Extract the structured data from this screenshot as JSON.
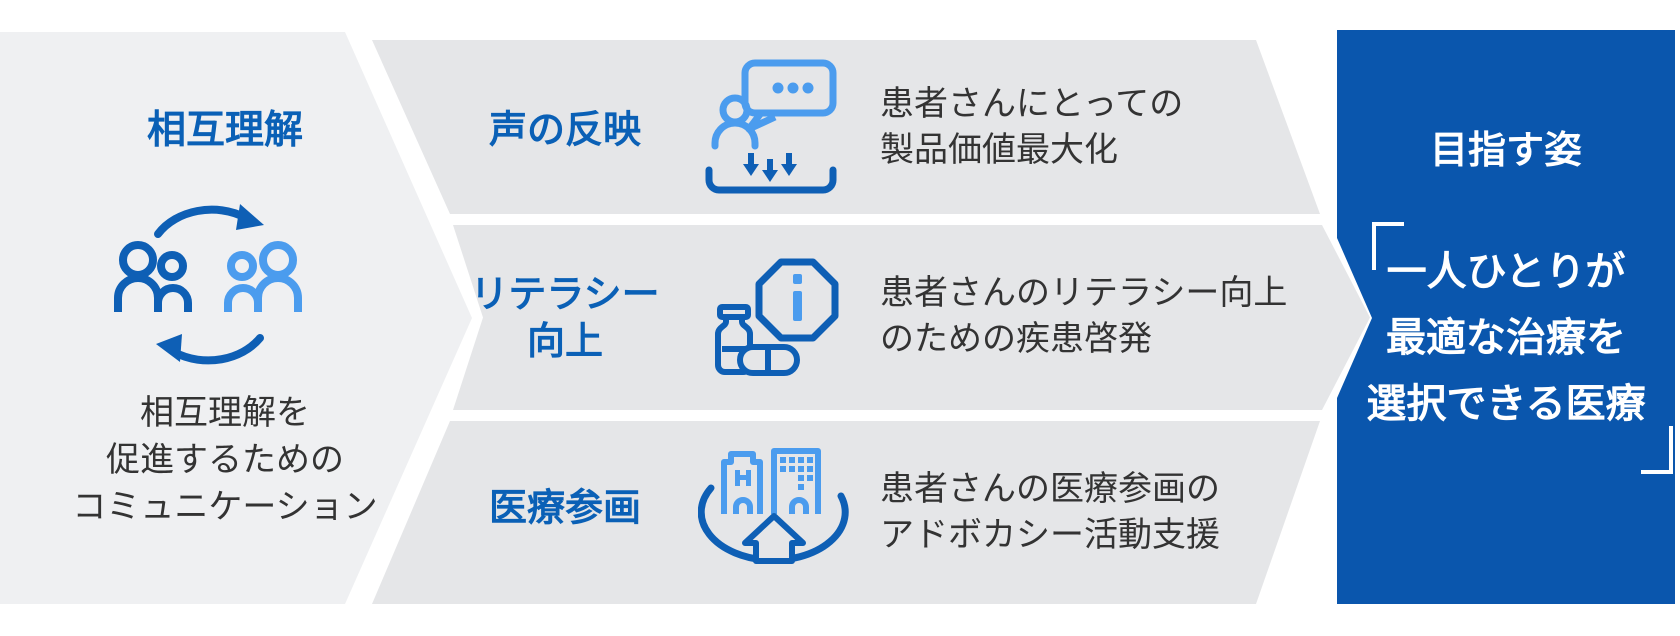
{
  "colors": {
    "chevron_gray": "#eff0f2",
    "band_gray": "#e5e6e8",
    "panel_blue": "#0a56ad",
    "heading_blue": "#0a60b6",
    "icon_dark_blue": "#0e5fb5",
    "icon_light_blue": "#4b9cee",
    "body_text": "#333333",
    "background": "#ffffff"
  },
  "left_panel": {
    "title": "相互理解",
    "icon": "mutual-understanding-cycle-icon",
    "description_lines": [
      "相互理解を",
      "促進するための",
      "コミュニケーション"
    ]
  },
  "process_rows": [
    {
      "title_lines": [
        "声の反映"
      ],
      "icon": "voice-feedback-icon",
      "description_lines": [
        "患者さんにとっての",
        "製品価値最大化"
      ]
    },
    {
      "title_lines": [
        "リテラシー",
        "向上"
      ],
      "icon": "literacy-improvement-icon",
      "description_lines": [
        "患者さんのリテラシー向上",
        "のための疾患啓発"
      ]
    },
    {
      "title_lines": [
        "医療参画"
      ],
      "icon": "medical-participation-icon",
      "description_lines": [
        "患者さんの医療参画の",
        "アドボカシー活動支援"
      ]
    }
  ],
  "goal_panel": {
    "title": "目指す姿",
    "quote_lines": [
      "一人ひとりが",
      "最適な治療を",
      "選択できる医療"
    ]
  }
}
